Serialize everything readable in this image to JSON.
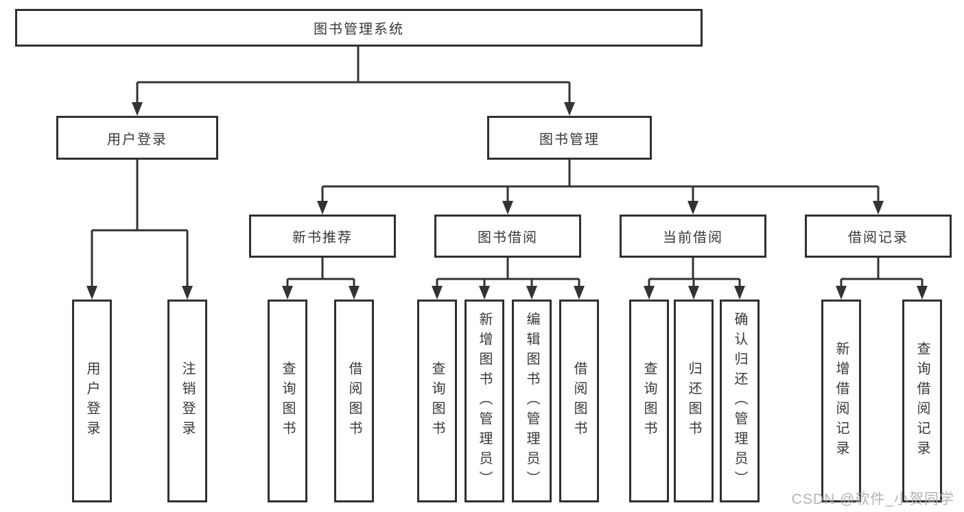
{
  "colors": {
    "background": "#ffffff",
    "line": "#333333",
    "box_border": "#2f2f2f",
    "text": "#383838",
    "watermark": "#ababab"
  },
  "tree": {
    "label": "图书管理系统",
    "children": [
      {
        "label": "用户登录",
        "children": [
          {
            "label": "用户登录"
          },
          {
            "label": "注销登录"
          }
        ]
      },
      {
        "label": "图书管理",
        "children": [
          {
            "label": "新书推荐",
            "children": [
              {
                "label": "查询图书"
              },
              {
                "label": "借阅图书"
              }
            ]
          },
          {
            "label": "图书借阅",
            "children": [
              {
                "label": "查询图书"
              },
              {
                "label": "新增图书（管理员）"
              },
              {
                "label": "编辑图书（管理员）"
              },
              {
                "label": "借阅图书"
              }
            ]
          },
          {
            "label": "当前借阅",
            "children": [
              {
                "label": "查询图书"
              },
              {
                "label": "归还图书"
              },
              {
                "label": "确认归还（管理员）"
              }
            ]
          },
          {
            "label": "借阅记录",
            "children": [
              {
                "label": "新增借阅记录"
              },
              {
                "label": "查询借阅记录"
              }
            ]
          }
        ]
      }
    ]
  },
  "watermark": {
    "text": "CSDN @软件_小贺同学"
  }
}
